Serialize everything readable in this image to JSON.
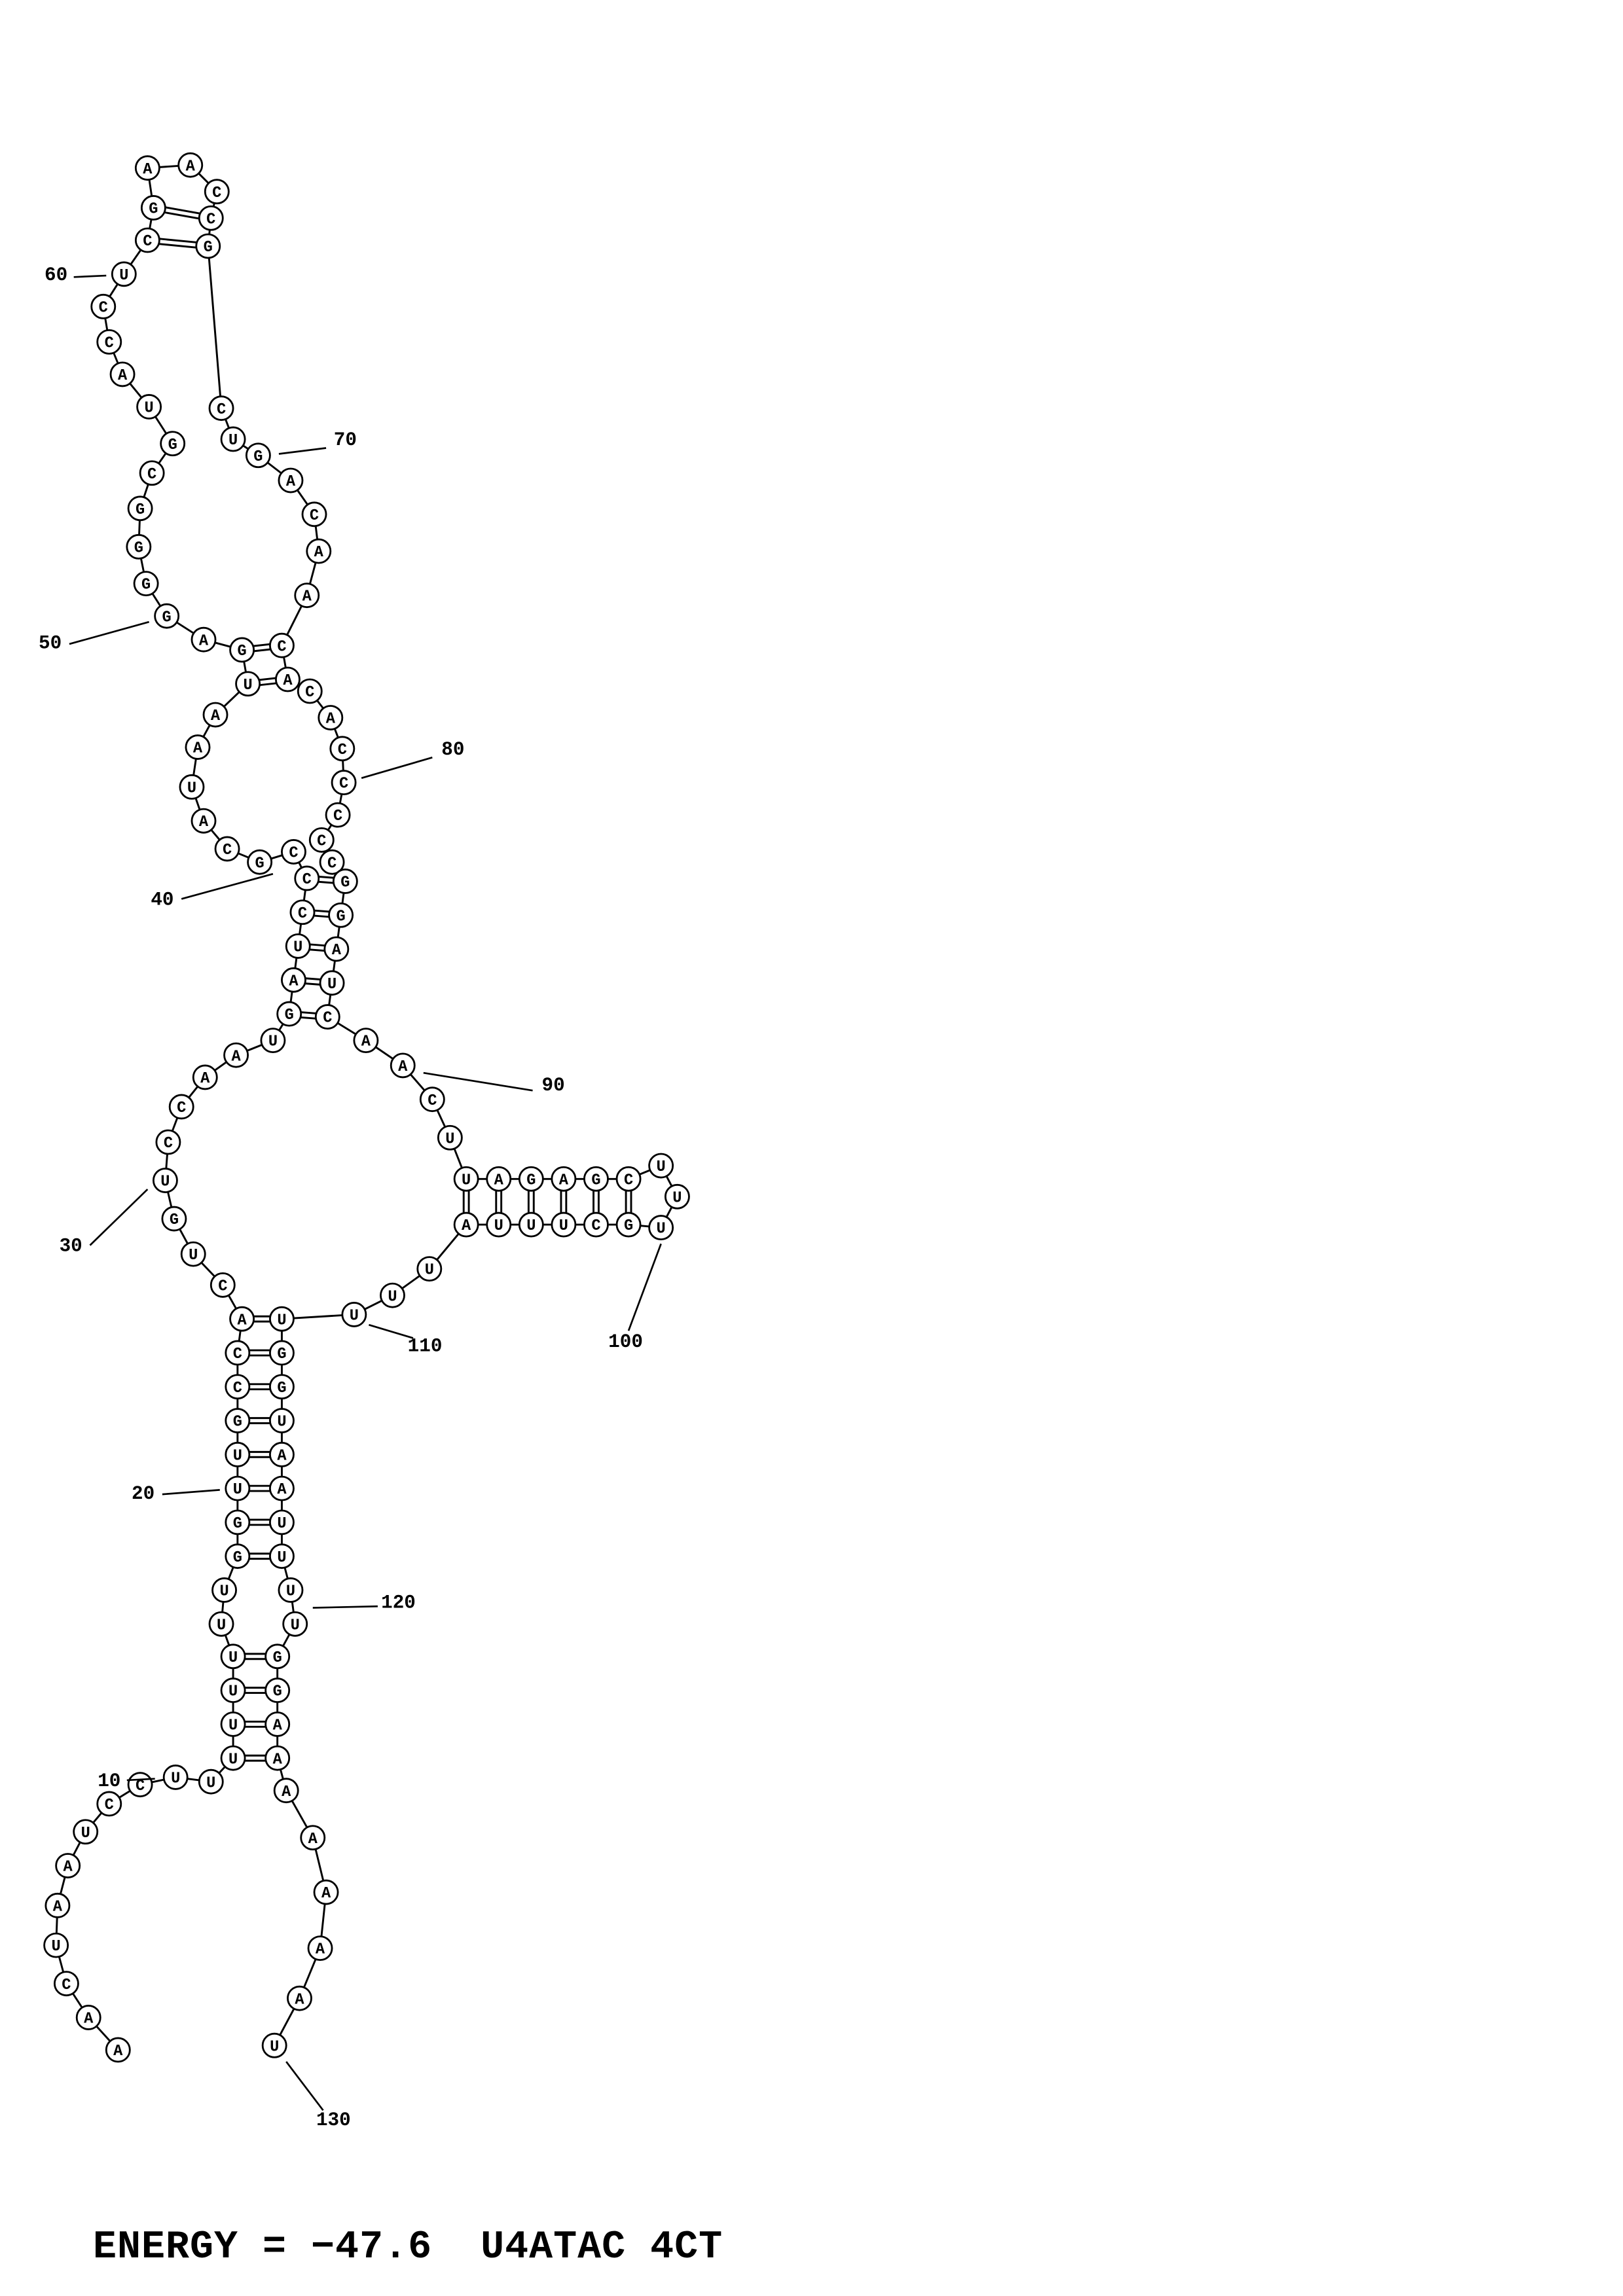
{
  "footer": {
    "energy_text": "ENERGY = −47.6  U4ATAC 4CT"
  },
  "colors": {
    "ink": "#000000",
    "background": "#ffffff"
  },
  "structure": {
    "molecule_length": 130,
    "nucleotide_fields": [
      "index",
      "base",
      "x",
      "y"
    ],
    "nucleotides": [
      [
        1,
        "A",
        80,
        1391
      ],
      [
        2,
        "A",
        60,
        1369
      ],
      [
        3,
        "C",
        45,
        1346
      ],
      [
        4,
        "U",
        38,
        1320
      ],
      [
        5,
        "A",
        39,
        1293
      ],
      [
        6,
        "A",
        46,
        1266
      ],
      [
        7,
        "U",
        58,
        1243
      ],
      [
        8,
        "C",
        74,
        1224
      ],
      [
        9,
        "C",
        95,
        1211
      ],
      [
        10,
        "U",
        119,
        1206
      ],
      [
        11,
        "U",
        143,
        1209
      ],
      [
        12,
        "U",
        158,
        1193
      ],
      [
        13,
        "U",
        158,
        1170
      ],
      [
        14,
        "U",
        158,
        1147
      ],
      [
        15,
        "U",
        158,
        1124
      ],
      [
        16,
        "U",
        150,
        1102
      ],
      [
        17,
        "U",
        152,
        1079
      ],
      [
        18,
        "G",
        161,
        1056
      ],
      [
        19,
        "G",
        161,
        1033
      ],
      [
        20,
        "U",
        161,
        1010
      ],
      [
        21,
        "U",
        161,
        987
      ],
      [
        22,
        "G",
        161,
        964
      ],
      [
        23,
        "C",
        161,
        941
      ],
      [
        24,
        "C",
        161,
        918
      ],
      [
        25,
        "A",
        164,
        895
      ],
      [
        26,
        "C",
        151,
        872
      ],
      [
        27,
        "U",
        131,
        851
      ],
      [
        28,
        "G",
        118,
        827
      ],
      [
        29,
        "U",
        112,
        801
      ],
      [
        30,
        "C",
        114,
        775
      ],
      [
        31,
        "C",
        123,
        751
      ],
      [
        32,
        "A",
        139,
        731
      ],
      [
        33,
        "A",
        160,
        716
      ],
      [
        34,
        "U",
        185,
        706
      ],
      [
        35,
        "G",
        196,
        688
      ],
      [
        36,
        "A",
        199,
        665
      ],
      [
        37,
        "U",
        202,
        642
      ],
      [
        38,
        "C",
        205,
        619
      ],
      [
        39,
        "C",
        208,
        596
      ],
      [
        40,
        "C",
        199,
        578
      ],
      [
        41,
        "G",
        176,
        585
      ],
      [
        42,
        "C",
        154,
        576
      ],
      [
        43,
        "A",
        138,
        557
      ],
      [
        44,
        "U",
        130,
        534
      ],
      [
        45,
        "A",
        134,
        507
      ],
      [
        46,
        "A",
        146,
        485
      ],
      [
        47,
        "U",
        168,
        464
      ],
      [
        48,
        "G",
        164,
        441
      ],
      [
        49,
        "A",
        138,
        434
      ],
      [
        50,
        "G",
        113,
        418
      ],
      [
        51,
        "G",
        99,
        396
      ],
      [
        52,
        "G",
        94,
        371
      ],
      [
        53,
        "G",
        95,
        345
      ],
      [
        54,
        "C",
        103,
        321
      ],
      [
        55,
        "G",
        117,
        301
      ],
      [
        56,
        "U",
        101,
        276
      ],
      [
        57,
        "A",
        83,
        254
      ],
      [
        58,
        "C",
        74,
        232
      ],
      [
        59,
        "C",
        70,
        208
      ],
      [
        60,
        "U",
        84,
        186
      ],
      [
        61,
        "C",
        100,
        163
      ],
      [
        62,
        "G",
        104,
        141
      ],
      [
        63,
        "A",
        100,
        114
      ],
      [
        64,
        "A",
        129,
        112
      ],
      [
        65,
        "C",
        147,
        130
      ],
      [
        66,
        "C",
        143,
        148
      ],
      [
        67,
        "G",
        141,
        167
      ],
      [
        68,
        "C",
        150,
        277
      ],
      [
        69,
        "U",
        158,
        298
      ],
      [
        70,
        "G",
        175,
        309
      ],
      [
        71,
        "A",
        197,
        326
      ],
      [
        72,
        "C",
        213,
        349
      ],
      [
        73,
        "A",
        216,
        374
      ],
      [
        74,
        "A",
        208,
        404
      ],
      [
        75,
        "C",
        191,
        438
      ],
      [
        76,
        "A",
        195,
        461
      ],
      [
        77,
        "C",
        210,
        469
      ],
      [
        78,
        "A",
        224,
        487
      ],
      [
        79,
        "C",
        232,
        508
      ],
      [
        80,
        "C",
        233,
        531
      ],
      [
        81,
        "C",
        229,
        553
      ],
      [
        82,
        "C",
        218,
        570
      ],
      [
        83,
        "C",
        225,
        585
      ],
      [
        84,
        "G",
        234,
        598
      ],
      [
        85,
        "G",
        231,
        621
      ],
      [
        86,
        "A",
        228,
        644
      ],
      [
        87,
        "U",
        225,
        667
      ],
      [
        88,
        "C",
        222,
        690
      ],
      [
        89,
        "A",
        248,
        706
      ],
      [
        90,
        "A",
        273,
        723
      ],
      [
        91,
        "C",
        293,
        746
      ],
      [
        92,
        "U",
        305,
        772
      ],
      [
        93,
        "U",
        316,
        800
      ],
      [
        94,
        "A",
        338,
        800
      ],
      [
        95,
        "G",
        360,
        800
      ],
      [
        96,
        "A",
        382,
        800
      ],
      [
        97,
        "G",
        404,
        800
      ],
      [
        98,
        "C",
        426,
        800
      ],
      [
        99,
        "U",
        448,
        791
      ],
      [
        100,
        "U",
        459,
        812
      ],
      [
        101,
        "U",
        448,
        833
      ],
      [
        102,
        "G",
        426,
        831
      ],
      [
        103,
        "C",
        404,
        831
      ],
      [
        104,
        "U",
        382,
        831
      ],
      [
        105,
        "U",
        360,
        831
      ],
      [
        106,
        "U",
        338,
        831
      ],
      [
        107,
        "A",
        316,
        831
      ],
      [
        108,
        "U",
        291,
        861
      ],
      [
        109,
        "U",
        266,
        879
      ],
      [
        110,
        "U",
        240,
        892
      ],
      [
        111,
        "U",
        191,
        895
      ],
      [
        112,
        "G",
        191,
        918
      ],
      [
        113,
        "G",
        191,
        941
      ],
      [
        114,
        "U",
        191,
        964
      ],
      [
        115,
        "A",
        191,
        987
      ],
      [
        116,
        "A",
        191,
        1010
      ],
      [
        117,
        "U",
        191,
        1033
      ],
      [
        118,
        "U",
        191,
        1056
      ],
      [
        119,
        "U",
        197,
        1079
      ],
      [
        120,
        "U",
        200,
        1102
      ],
      [
        121,
        "G",
        188,
        1124
      ],
      [
        122,
        "G",
        188,
        1147
      ],
      [
        123,
        "A",
        188,
        1170
      ],
      [
        124,
        "A",
        188,
        1193
      ],
      [
        125,
        "A",
        194,
        1215
      ],
      [
        126,
        "A",
        212,
        1247
      ],
      [
        127,
        "A",
        221,
        1284
      ],
      [
        128,
        "A",
        217,
        1322
      ],
      [
        129,
        "A",
        203,
        1356
      ],
      [
        130,
        "U",
        186,
        1388
      ]
    ],
    "pairs": [
      [
        12,
        124
      ],
      [
        13,
        123
      ],
      [
        14,
        122
      ],
      [
        15,
        121
      ],
      [
        18,
        118
      ],
      [
        19,
        117
      ],
      [
        20,
        116
      ],
      [
        21,
        115
      ],
      [
        22,
        114
      ],
      [
        23,
        113
      ],
      [
        24,
        112
      ],
      [
        25,
        111
      ],
      [
        35,
        88
      ],
      [
        36,
        87
      ],
      [
        37,
        86
      ],
      [
        38,
        85
      ],
      [
        39,
        84
      ],
      [
        47,
        76
      ],
      [
        48,
        75
      ],
      [
        61,
        67
      ],
      [
        62,
        66
      ],
      [
        93,
        107
      ],
      [
        94,
        106
      ],
      [
        95,
        105
      ],
      [
        96,
        104
      ],
      [
        97,
        103
      ],
      [
        98,
        102
      ]
    ],
    "position_label_fields": [
      "text",
      "tx",
      "ty",
      "x1",
      "y1",
      "x2",
      "y2"
    ],
    "position_labels": [
      [
        "10",
        74,
        1212,
        86,
        1208,
        105,
        1207
      ],
      [
        "20",
        97,
        1017,
        110,
        1014,
        149,
        1011
      ],
      [
        "30",
        48,
        849,
        61,
        845,
        100,
        807
      ],
      [
        "40",
        110,
        614,
        123,
        610,
        185,
        593
      ],
      [
        "50",
        34,
        440,
        47,
        437,
        101,
        422
      ],
      [
        "60",
        38,
        190,
        50,
        188,
        72,
        187
      ],
      [
        "70",
        234,
        302,
        221,
        304,
        189,
        308
      ],
      [
        "80",
        307,
        512,
        293,
        514,
        245,
        528
      ],
      [
        "90",
        375,
        740,
        361,
        740,
        287,
        728
      ],
      [
        "100",
        424,
        914,
        426,
        903,
        448,
        844
      ],
      [
        "110",
        288,
        917,
        280,
        908,
        250,
        899
      ],
      [
        "120",
        270,
        1091,
        256,
        1090,
        212,
        1091
      ],
      [
        "130",
        226,
        1442,
        219,
        1432,
        194,
        1399
      ]
    ]
  }
}
